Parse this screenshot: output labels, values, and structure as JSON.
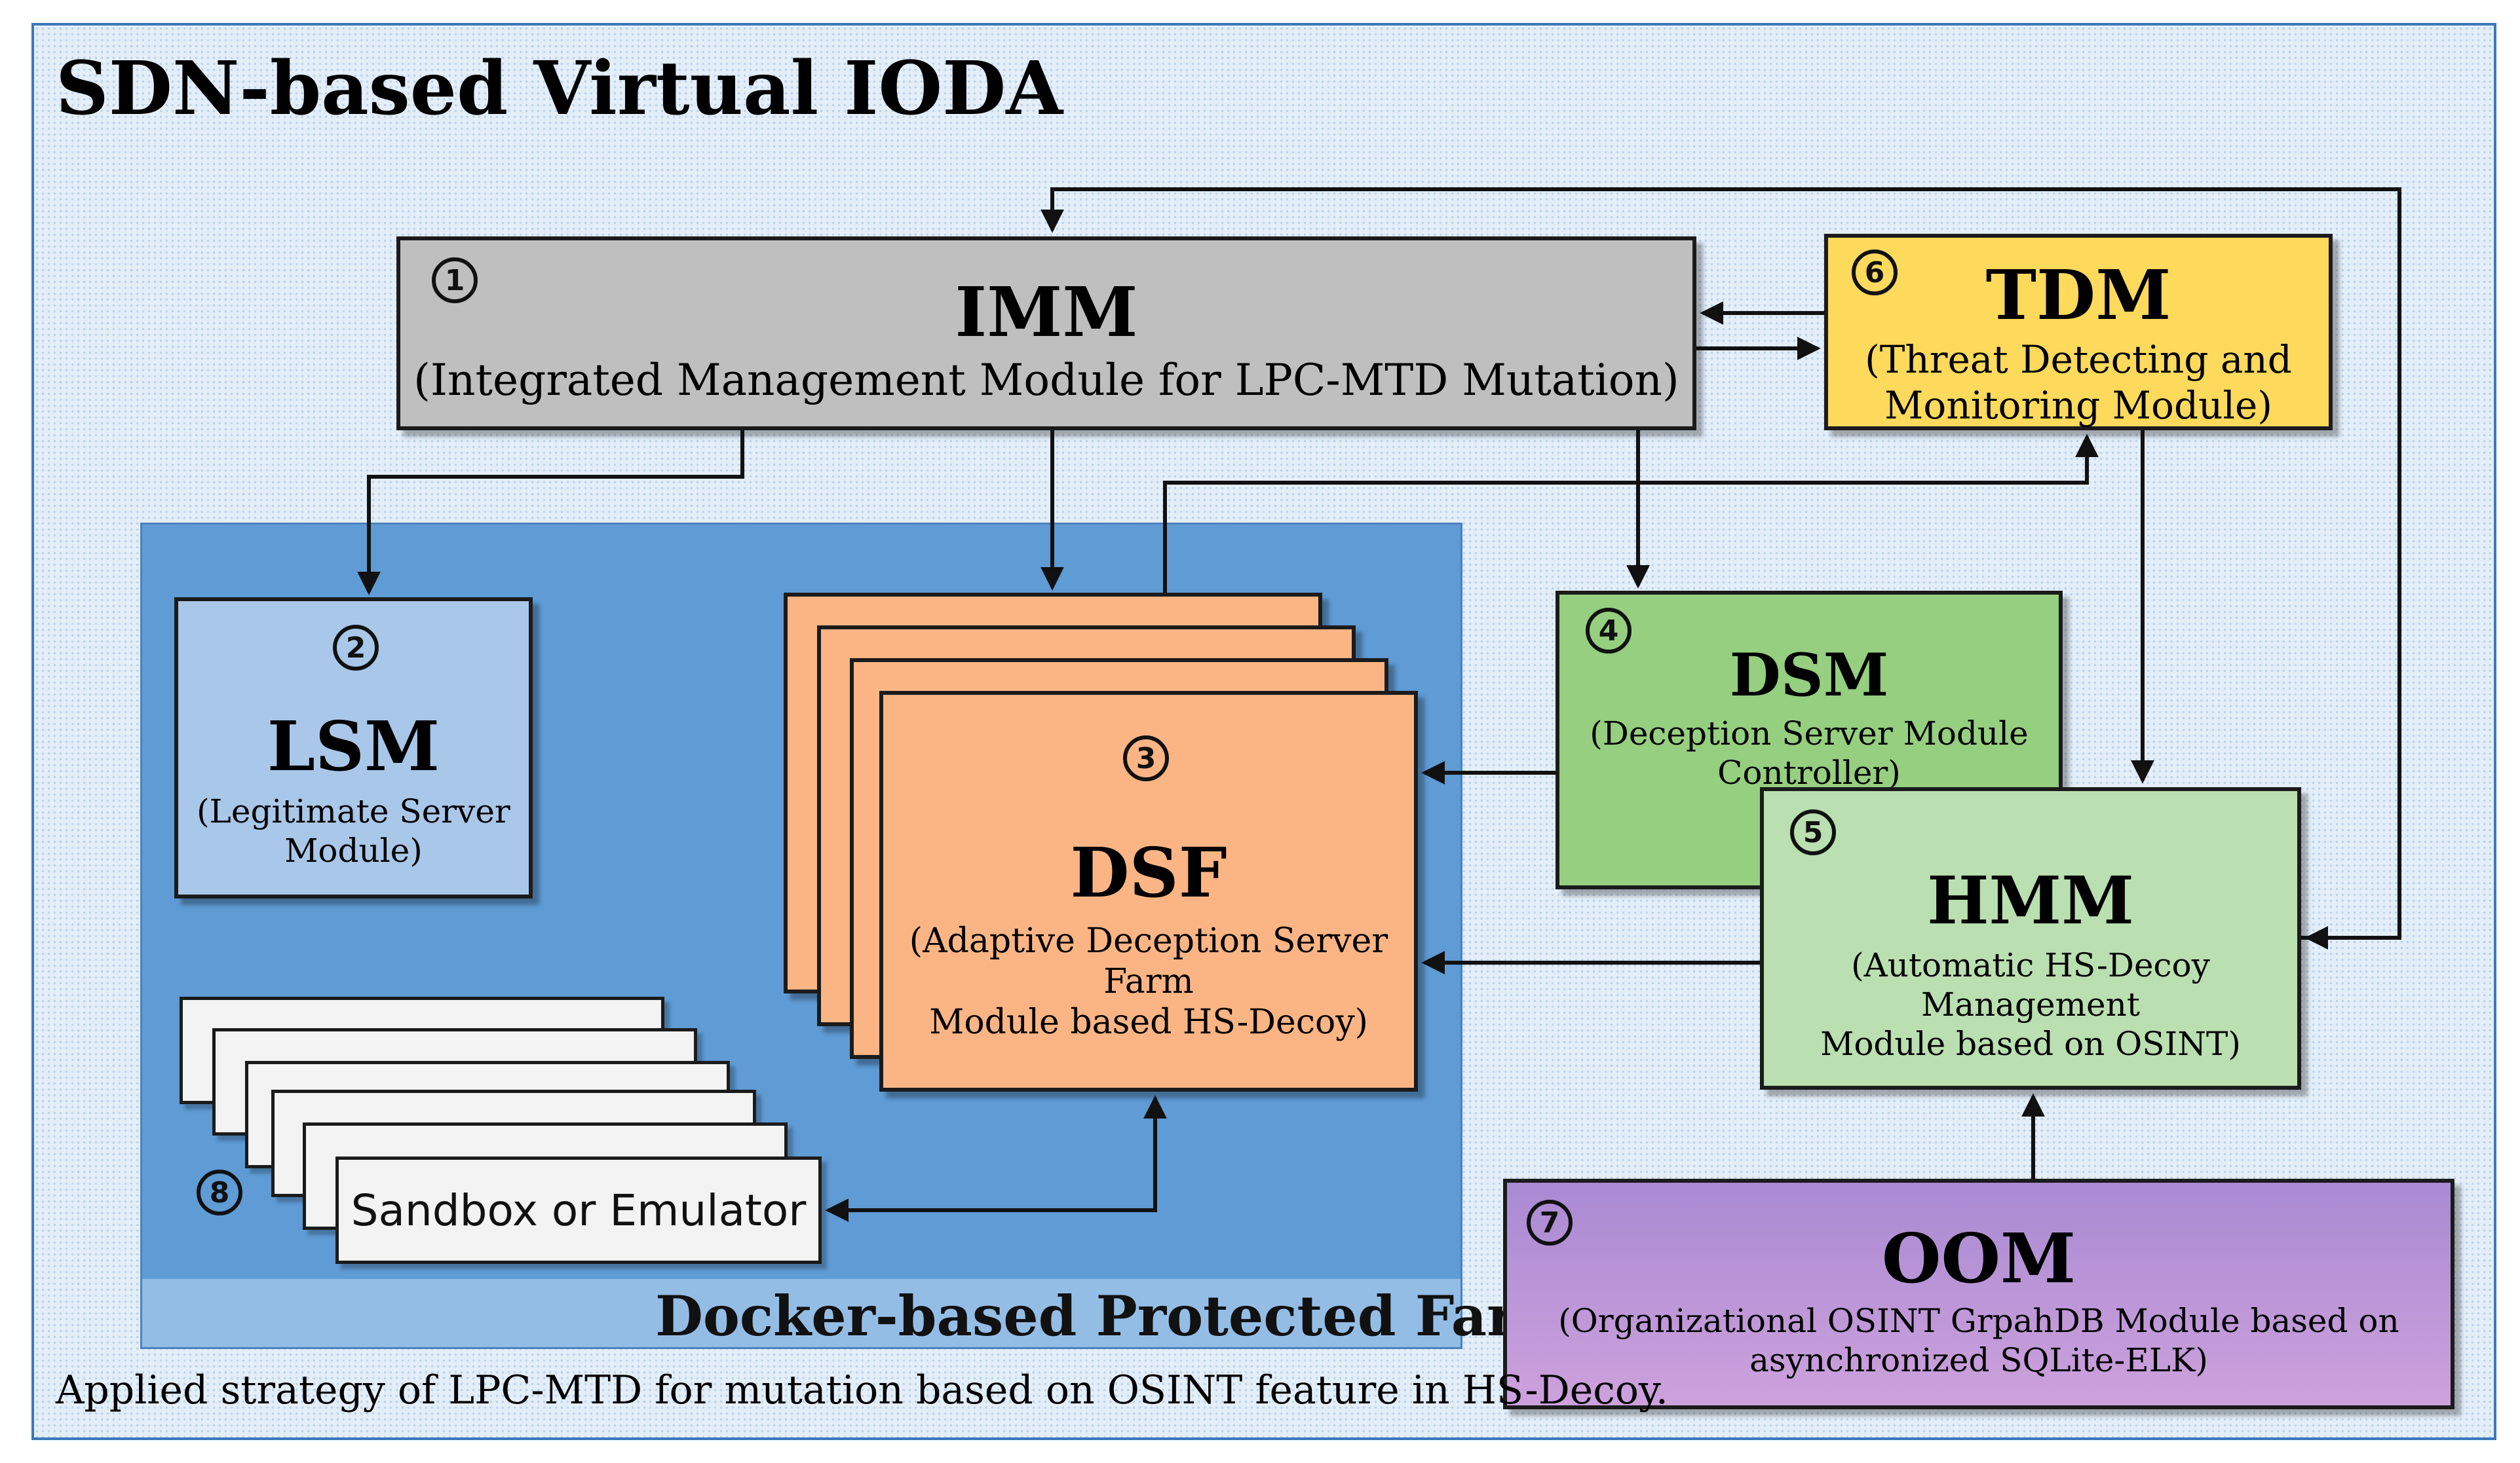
{
  "title": "SDN-based Virtual IODA",
  "caption": "Applied strategy of LPC-MTD for mutation based on OSINT feature in HS-Decoy.",
  "farm_label": "Docker-based Protected Farm",
  "modules": {
    "imm": {
      "num": "1",
      "title": "IMM",
      "subtitle": "(Integrated Management Module for LPC-MTD Mutation)"
    },
    "lsm": {
      "num": "2",
      "title": "LSM",
      "subtitle_1": "(Legitimate Server",
      "subtitle_2": "Module)"
    },
    "dsf": {
      "num": "3",
      "title": "DSF",
      "subtitle_1": "(Adaptive Deception Server Farm",
      "subtitle_2": "Module based HS-Decoy)"
    },
    "dsm": {
      "num": "4",
      "title": "DSM",
      "subtitle_1": "(Deception Server Module",
      "subtitle_2": "Controller)"
    },
    "hmm": {
      "num": "5",
      "title": "HMM",
      "subtitle_1": "(Automatic HS-Decoy Management",
      "subtitle_2": "Module based on OSINT)"
    },
    "tdm": {
      "num": "6",
      "title": "TDM",
      "subtitle_1": "(Threat Detecting and",
      "subtitle_2": "Monitoring Module)"
    },
    "oom": {
      "num": "7",
      "title": "OOM",
      "subtitle_1": "(Organizational OSINT GrpahDB Module based on",
      "subtitle_2": "asynchronized SQLite-ELK)"
    },
    "sandbox": {
      "num": "8",
      "label": "Sandbox or Emulator"
    }
  },
  "colors": {
    "imm": "#bfbfbf",
    "tdm": "#fdd95c",
    "lsm": "#a9c7e9",
    "dsf": "#fbb584",
    "dsm": "#95cf7f",
    "hmm": "#badfb0",
    "oom": "#b594d6",
    "farm": "#5f9bd5",
    "outer_border": "#3b78b8"
  }
}
